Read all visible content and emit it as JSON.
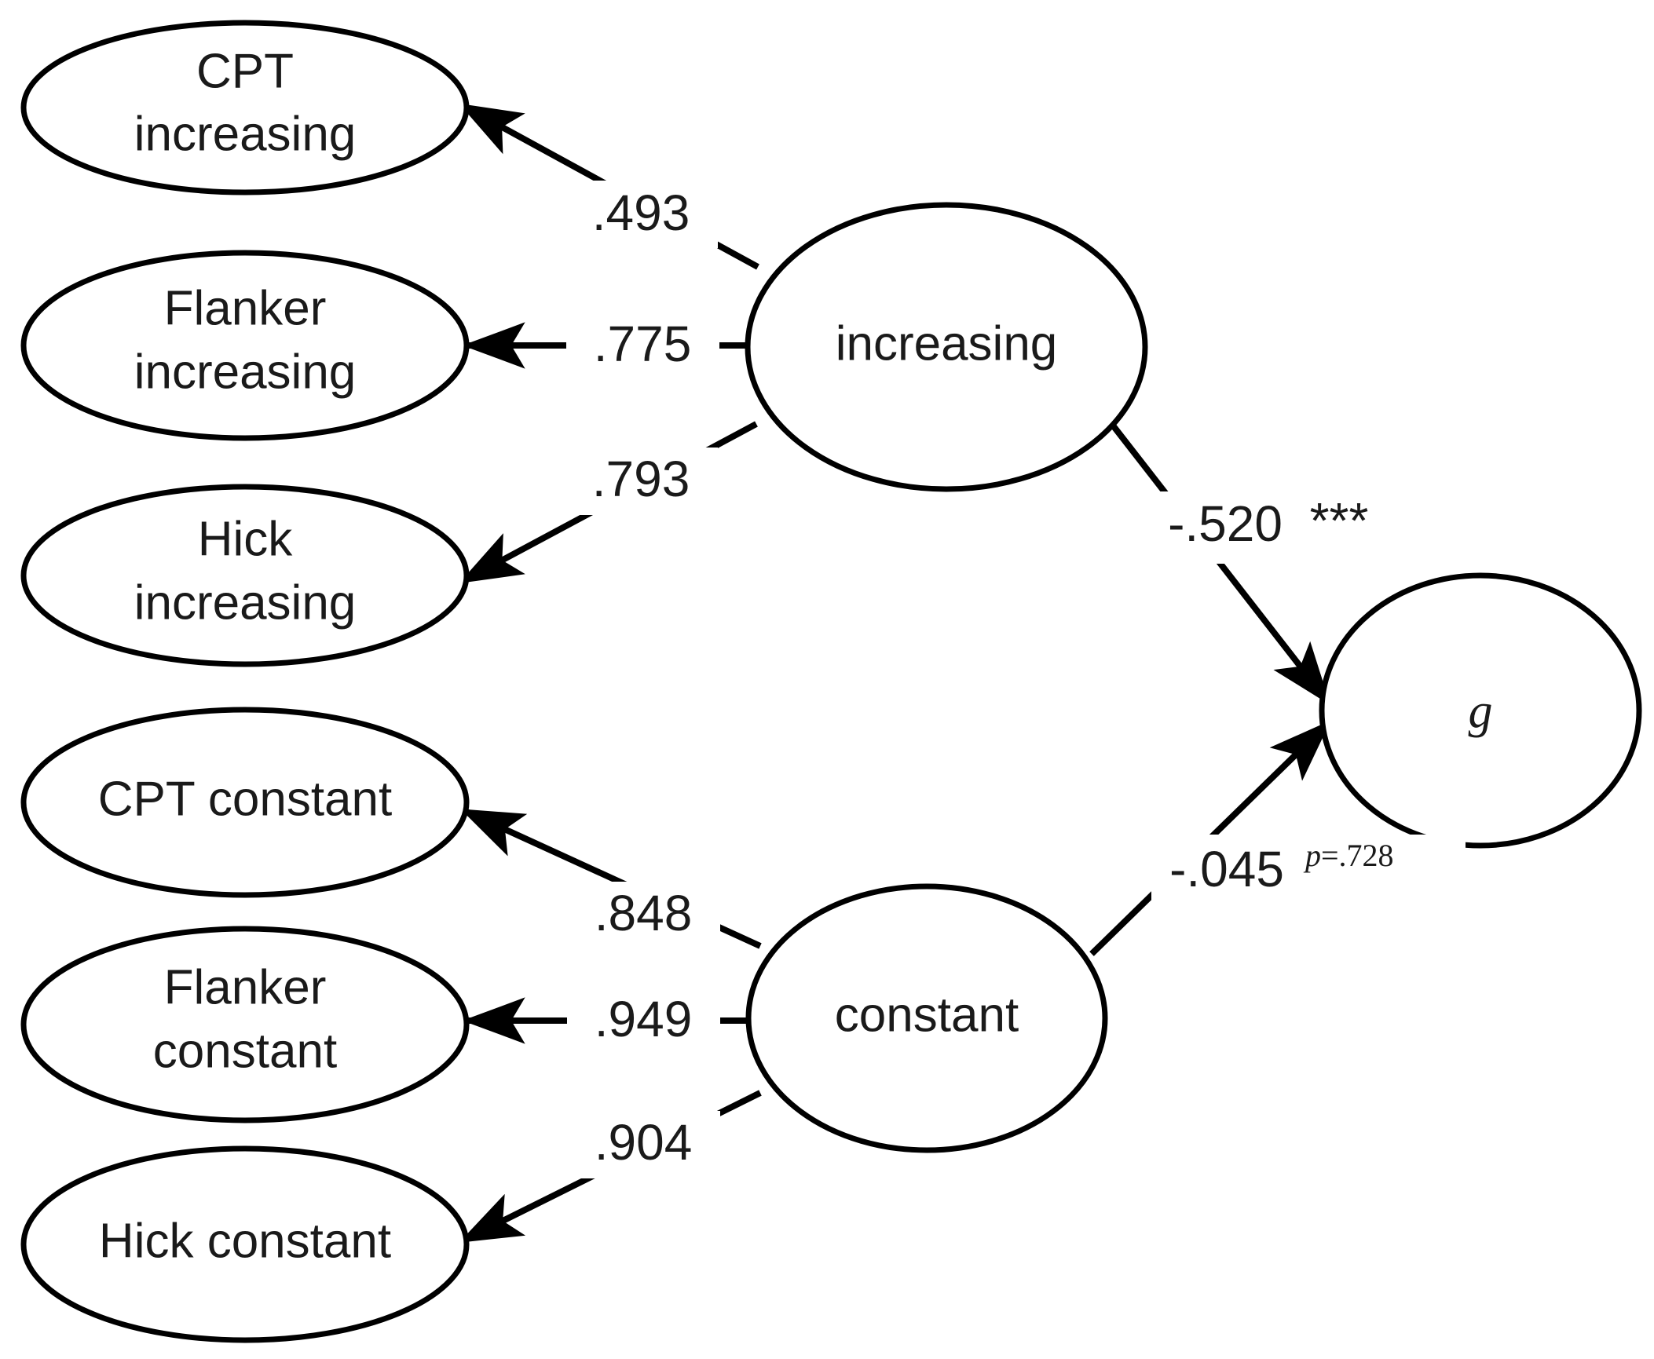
{
  "diagram": {
    "type": "structural-equation-model-path-diagram",
    "background_color": "#ffffff",
    "line_color": "#000000",
    "text_color": "#1a1a1a",
    "observed_nodes": [
      {
        "id": "cpt-increasing",
        "label_line1": "CPT",
        "label_line2": "increasing",
        "shape": "ellipse"
      },
      {
        "id": "flanker-increasing",
        "label_line1": "Flanker",
        "label_line2": "increasing",
        "shape": "ellipse"
      },
      {
        "id": "hick-increasing",
        "label_line1": "Hick",
        "label_line2": "increasing",
        "shape": "ellipse"
      },
      {
        "id": "cpt-constant",
        "label_line1": "CPT constant",
        "label_line2": "",
        "shape": "ellipse"
      },
      {
        "id": "flanker-constant",
        "label_line1": "Flanker",
        "label_line2": "constant",
        "shape": "ellipse"
      },
      {
        "id": "hick-constant",
        "label_line1": "Hick constant",
        "label_line2": "",
        "shape": "ellipse"
      }
    ],
    "latent_nodes": [
      {
        "id": "increasing",
        "label": "increasing",
        "shape": "ellipse"
      },
      {
        "id": "constant",
        "label": "constant",
        "shape": "ellipse"
      },
      {
        "id": "g",
        "label": "g",
        "shape": "circle",
        "italic": true
      }
    ],
    "loadings": [
      {
        "from": "increasing",
        "to": "cpt-increasing",
        "value": ".493"
      },
      {
        "from": "increasing",
        "to": "flanker-increasing",
        "value": ".775"
      },
      {
        "from": "increasing",
        "to": "hick-increasing",
        "value": ".793"
      },
      {
        "from": "constant",
        "to": "cpt-constant",
        "value": ".848"
      },
      {
        "from": "constant",
        "to": "flanker-constant",
        "value": ".949"
      },
      {
        "from": "constant",
        "to": "hick-constant",
        "value": ".904"
      }
    ],
    "structural_paths": [
      {
        "from": "increasing",
        "to": "g",
        "value": "-.520",
        "significance": "***",
        "annotation": ""
      },
      {
        "from": "constant",
        "to": "g",
        "value": "-.045",
        "significance": "",
        "annotation_italic": "p",
        "annotation_rest": "=.728"
      }
    ]
  }
}
